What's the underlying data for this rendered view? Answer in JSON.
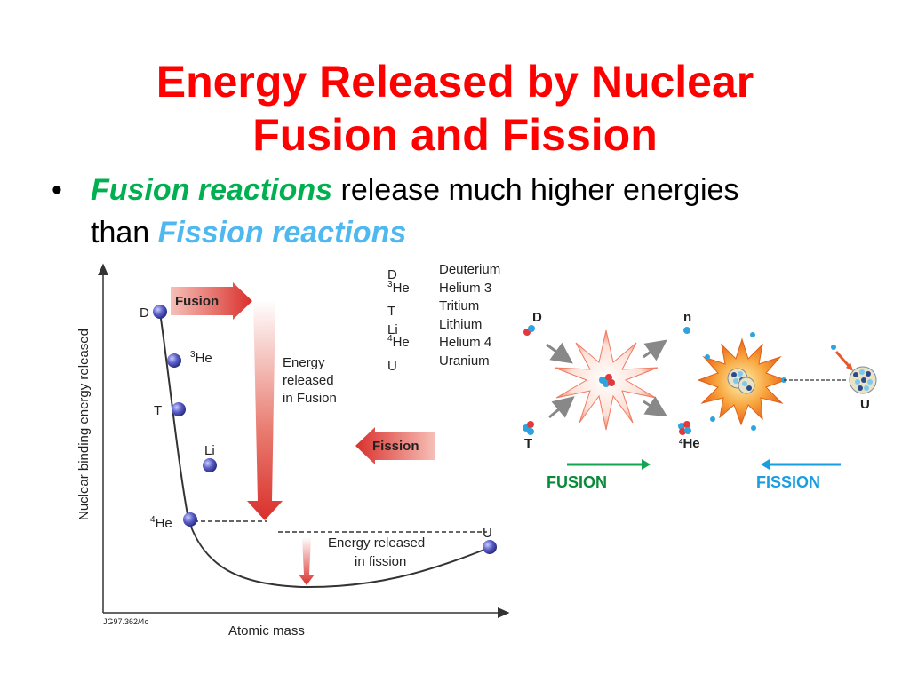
{
  "slide": {
    "title_line1": "Energy Released by Nuclear",
    "title_line2": "Fusion and Fission",
    "bullet": {
      "symbol": "•",
      "term1": "Fusion reactions",
      "mid": "release much higher energies",
      "mid2": "than",
      "term2": "Fission reactions"
    }
  },
  "graph": {
    "y_axis_label": "Nuclear binding energy released",
    "x_axis_label": "Atomic mass",
    "ref_code": "JG97.362/4c",
    "fusion_arrow_label": "Fusion",
    "fission_arrow_label": "Fission",
    "fusion_energy_line1": "Energy",
    "fusion_energy_line2": "released",
    "fusion_energy_line3": "in Fusion",
    "fission_energy_line1": "Energy released",
    "fission_energy_line2": "in fission",
    "points": [
      {
        "label": "D",
        "sup": ""
      },
      {
        "label": "He",
        "sup": "3"
      },
      {
        "label": "T",
        "sup": ""
      },
      {
        "label": "Li",
        "sup": ""
      },
      {
        "label": "He",
        "sup": "4"
      },
      {
        "label": "U",
        "sup": ""
      }
    ],
    "legend": [
      {
        "symbol": "D",
        "sup": "",
        "name": "Deuterium"
      },
      {
        "symbol": "He",
        "sup": "3",
        "name": "Helium 3"
      },
      {
        "symbol": "T",
        "sup": "",
        "name": "Tritium"
      },
      {
        "symbol": "Li",
        "sup": "",
        "name": "Lithium"
      },
      {
        "symbol": "He",
        "sup": "4",
        "name": "Helium 4"
      },
      {
        "symbol": "U",
        "sup": "",
        "name": "Uranium"
      }
    ]
  },
  "reactions": {
    "fusion_in_top": "D",
    "fusion_in_bottom": "T",
    "fusion_out_top": "n",
    "fusion_out_bottom_sup": "4",
    "fusion_out_bottom": "He",
    "fission_nucleus": "U",
    "fusion_caption": "FUSION",
    "fission_caption": "FISSION"
  },
  "colors": {
    "title": "#ff0000",
    "fusion_term": "#00b050",
    "fission_term": "#4fb8f0",
    "fusion_caption": "#0a8a3a",
    "fission_caption": "#1a9ee0",
    "red_arrow": "#d9302c",
    "point_fill": "#5b5fc7"
  }
}
